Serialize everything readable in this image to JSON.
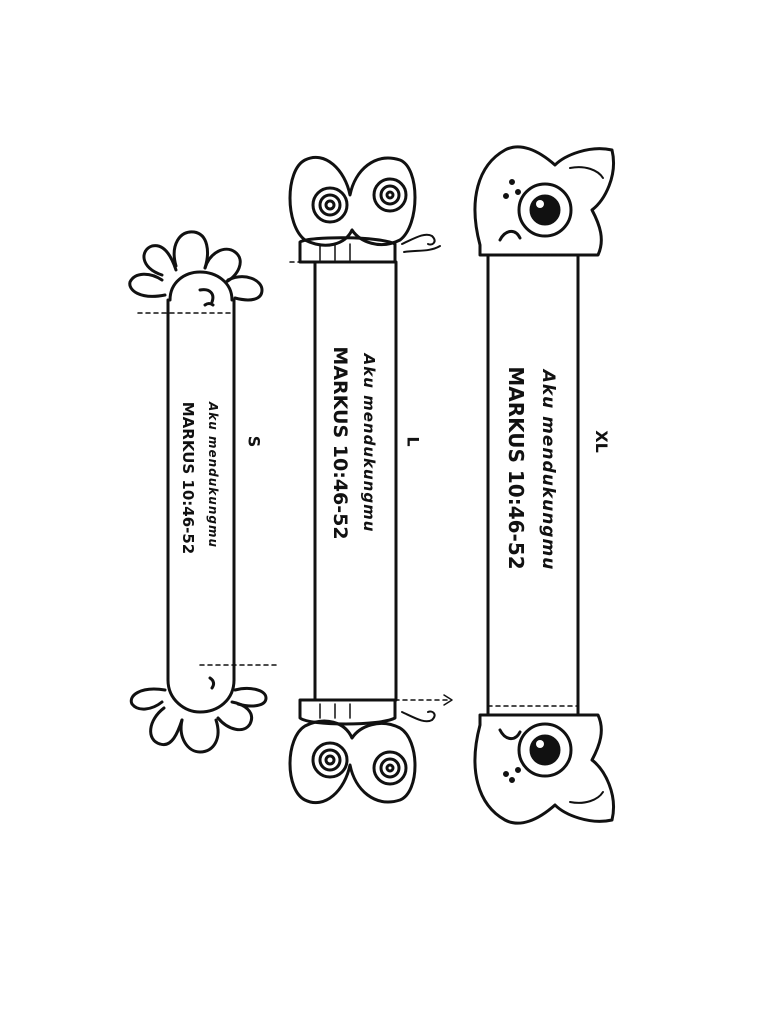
{
  "bands": [
    {
      "size_label": "S",
      "title": "Aku mendukungmu",
      "verse": "MARKUS 10:46-52",
      "topper": "flower"
    },
    {
      "size_label": "L",
      "title": "Aku mendukungmu",
      "verse": "MARKUS 10:46-52",
      "topper": "butterfly"
    },
    {
      "size_label": "XL",
      "title": "Aku mendukungmu",
      "verse": "MARKUS 10:46-52",
      "topper": "cat"
    }
  ],
  "colors": {
    "line": "#111111",
    "paper": "#ffffff"
  }
}
